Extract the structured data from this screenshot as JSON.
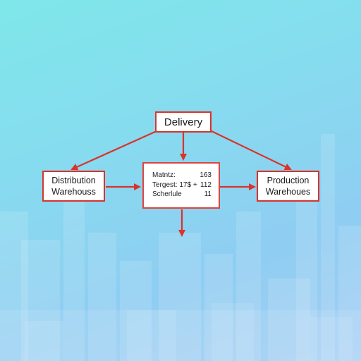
{
  "diagram": {
    "nodes": {
      "delivery": {
        "label": "Delivery"
      },
      "distribution": {
        "line1": "Distribution",
        "line2": "Warehouss"
      },
      "production": {
        "line1": "Production",
        "line2": "Warehoues"
      },
      "center": {
        "rows": [
          {
            "key": "Matntz:",
            "value": "163"
          },
          {
            "key": "Tergest: 17$ +",
            "value": "112"
          },
          {
            "key": "Scherlule",
            "value": "11"
          }
        ]
      }
    },
    "edges": [
      {
        "from": "delivery",
        "to": "distribution"
      },
      {
        "from": "delivery",
        "to": "center"
      },
      {
        "from": "delivery",
        "to": "production"
      },
      {
        "from": "distribution",
        "to": "center"
      },
      {
        "from": "center",
        "to": "production"
      },
      {
        "from": "center",
        "to": "below"
      }
    ],
    "colors": {
      "arrow": "#d9332b",
      "node_border": "#d9332b",
      "node_fill": "#ffffff",
      "background_top": "#7fe7ea",
      "background_bottom": "#a3cdf3"
    }
  }
}
